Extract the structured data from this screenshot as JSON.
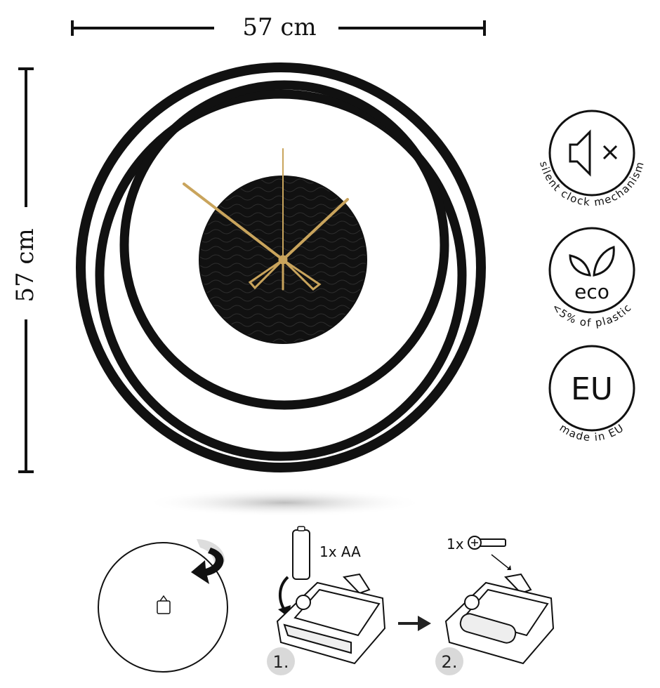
{
  "dimensions": {
    "width_label": "57 cm",
    "height_label": "57 cm"
  },
  "badges": [
    {
      "icon": "speaker-mute-icon",
      "label": "silent clock mechanism"
    },
    {
      "icon": "leaf-icon",
      "inner_text": "eco",
      "label": "<5% of plastic"
    },
    {
      "icon": "eu-text",
      "inner_text": "EU",
      "label": "made in EU"
    }
  ],
  "instructions": {
    "battery_label": "1x AA",
    "screw_label": "1x",
    "step1": "1.",
    "step2": "2."
  },
  "colors": {
    "clock_black": "#111111",
    "hands_gold": "#c9a45c",
    "step_badge": "#d9d9d9"
  }
}
